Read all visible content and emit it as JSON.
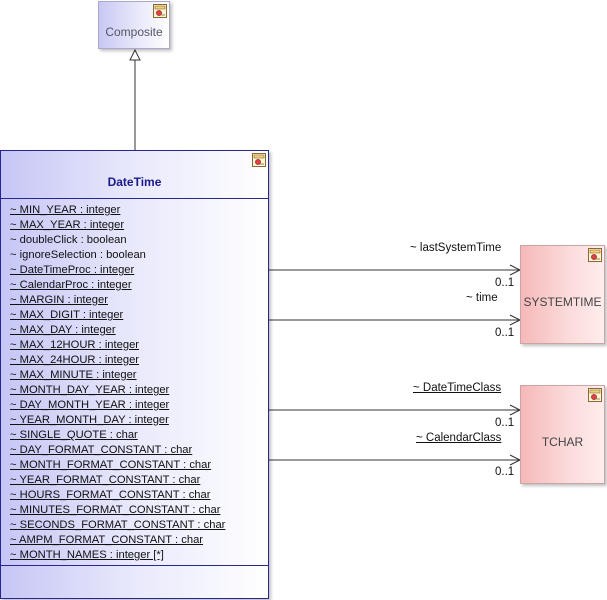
{
  "composite": {
    "name": "Composite"
  },
  "datetime": {
    "name": "DateTime",
    "attributes": [
      {
        "text": "~ MIN_YEAR : integer",
        "static": true
      },
      {
        "text": "~ MAX_YEAR : integer",
        "static": true
      },
      {
        "text": "~ doubleClick : boolean",
        "static": false
      },
      {
        "text": "~ ignoreSelection : boolean",
        "static": false
      },
      {
        "text": "~ DateTimeProc : integer",
        "static": true
      },
      {
        "text": "~ CalendarProc : integer",
        "static": true
      },
      {
        "text": "~ MARGIN : integer",
        "static": true
      },
      {
        "text": "~ MAX_DIGIT : integer",
        "static": true
      },
      {
        "text": "~ MAX_DAY : integer",
        "static": true
      },
      {
        "text": "~ MAX_12HOUR : integer",
        "static": true
      },
      {
        "text": "~ MAX_24HOUR : integer",
        "static": true
      },
      {
        "text": "~ MAX_MINUTE : integer",
        "static": true
      },
      {
        "text": "~ MONTH_DAY_YEAR : integer",
        "static": true
      },
      {
        "text": "~ DAY_MONTH_YEAR : integer",
        "static": true
      },
      {
        "text": "~ YEAR_MONTH_DAY : integer",
        "static": true
      },
      {
        "text": "~ SINGLE_QUOTE : char",
        "static": true
      },
      {
        "text": "~ DAY_FORMAT_CONSTANT : char",
        "static": true
      },
      {
        "text": "~ MONTH_FORMAT_CONSTANT : char",
        "static": true
      },
      {
        "text": "~ YEAR_FORMAT_CONSTANT : char",
        "static": true
      },
      {
        "text": "~ HOURS_FORMAT_CONSTANT : char",
        "static": true
      },
      {
        "text": "~ MINUTES_FORMAT_CONSTANT : char",
        "static": true
      },
      {
        "text": "~ SECONDS_FORMAT_CONSTANT : char",
        "static": true
      },
      {
        "text": "~ AMPM_FORMAT_CONSTANT : char",
        "static": true
      },
      {
        "text": "~ MONTH_NAMES : integer [*]",
        "static": true
      }
    ]
  },
  "systemtime": {
    "name": "SYSTEMTIME"
  },
  "tchar": {
    "name": "TCHAR"
  },
  "associations": {
    "last_system_time": {
      "role": "~ lastSystemTime",
      "multiplicity": "0..1"
    },
    "time": {
      "role": "~ time",
      "multiplicity": "0..1"
    },
    "date_time_class": {
      "role": "~ DateTimeClass",
      "multiplicity": "0..1"
    },
    "calendar_class": {
      "role": "~ CalendarClass",
      "multiplicity": "0..1"
    }
  },
  "colors": {
    "class_blue_border": "#27278f",
    "class_pink_border": "#c9a5a5",
    "line": "#333333"
  },
  "icons": {
    "class": "class-icon"
  }
}
